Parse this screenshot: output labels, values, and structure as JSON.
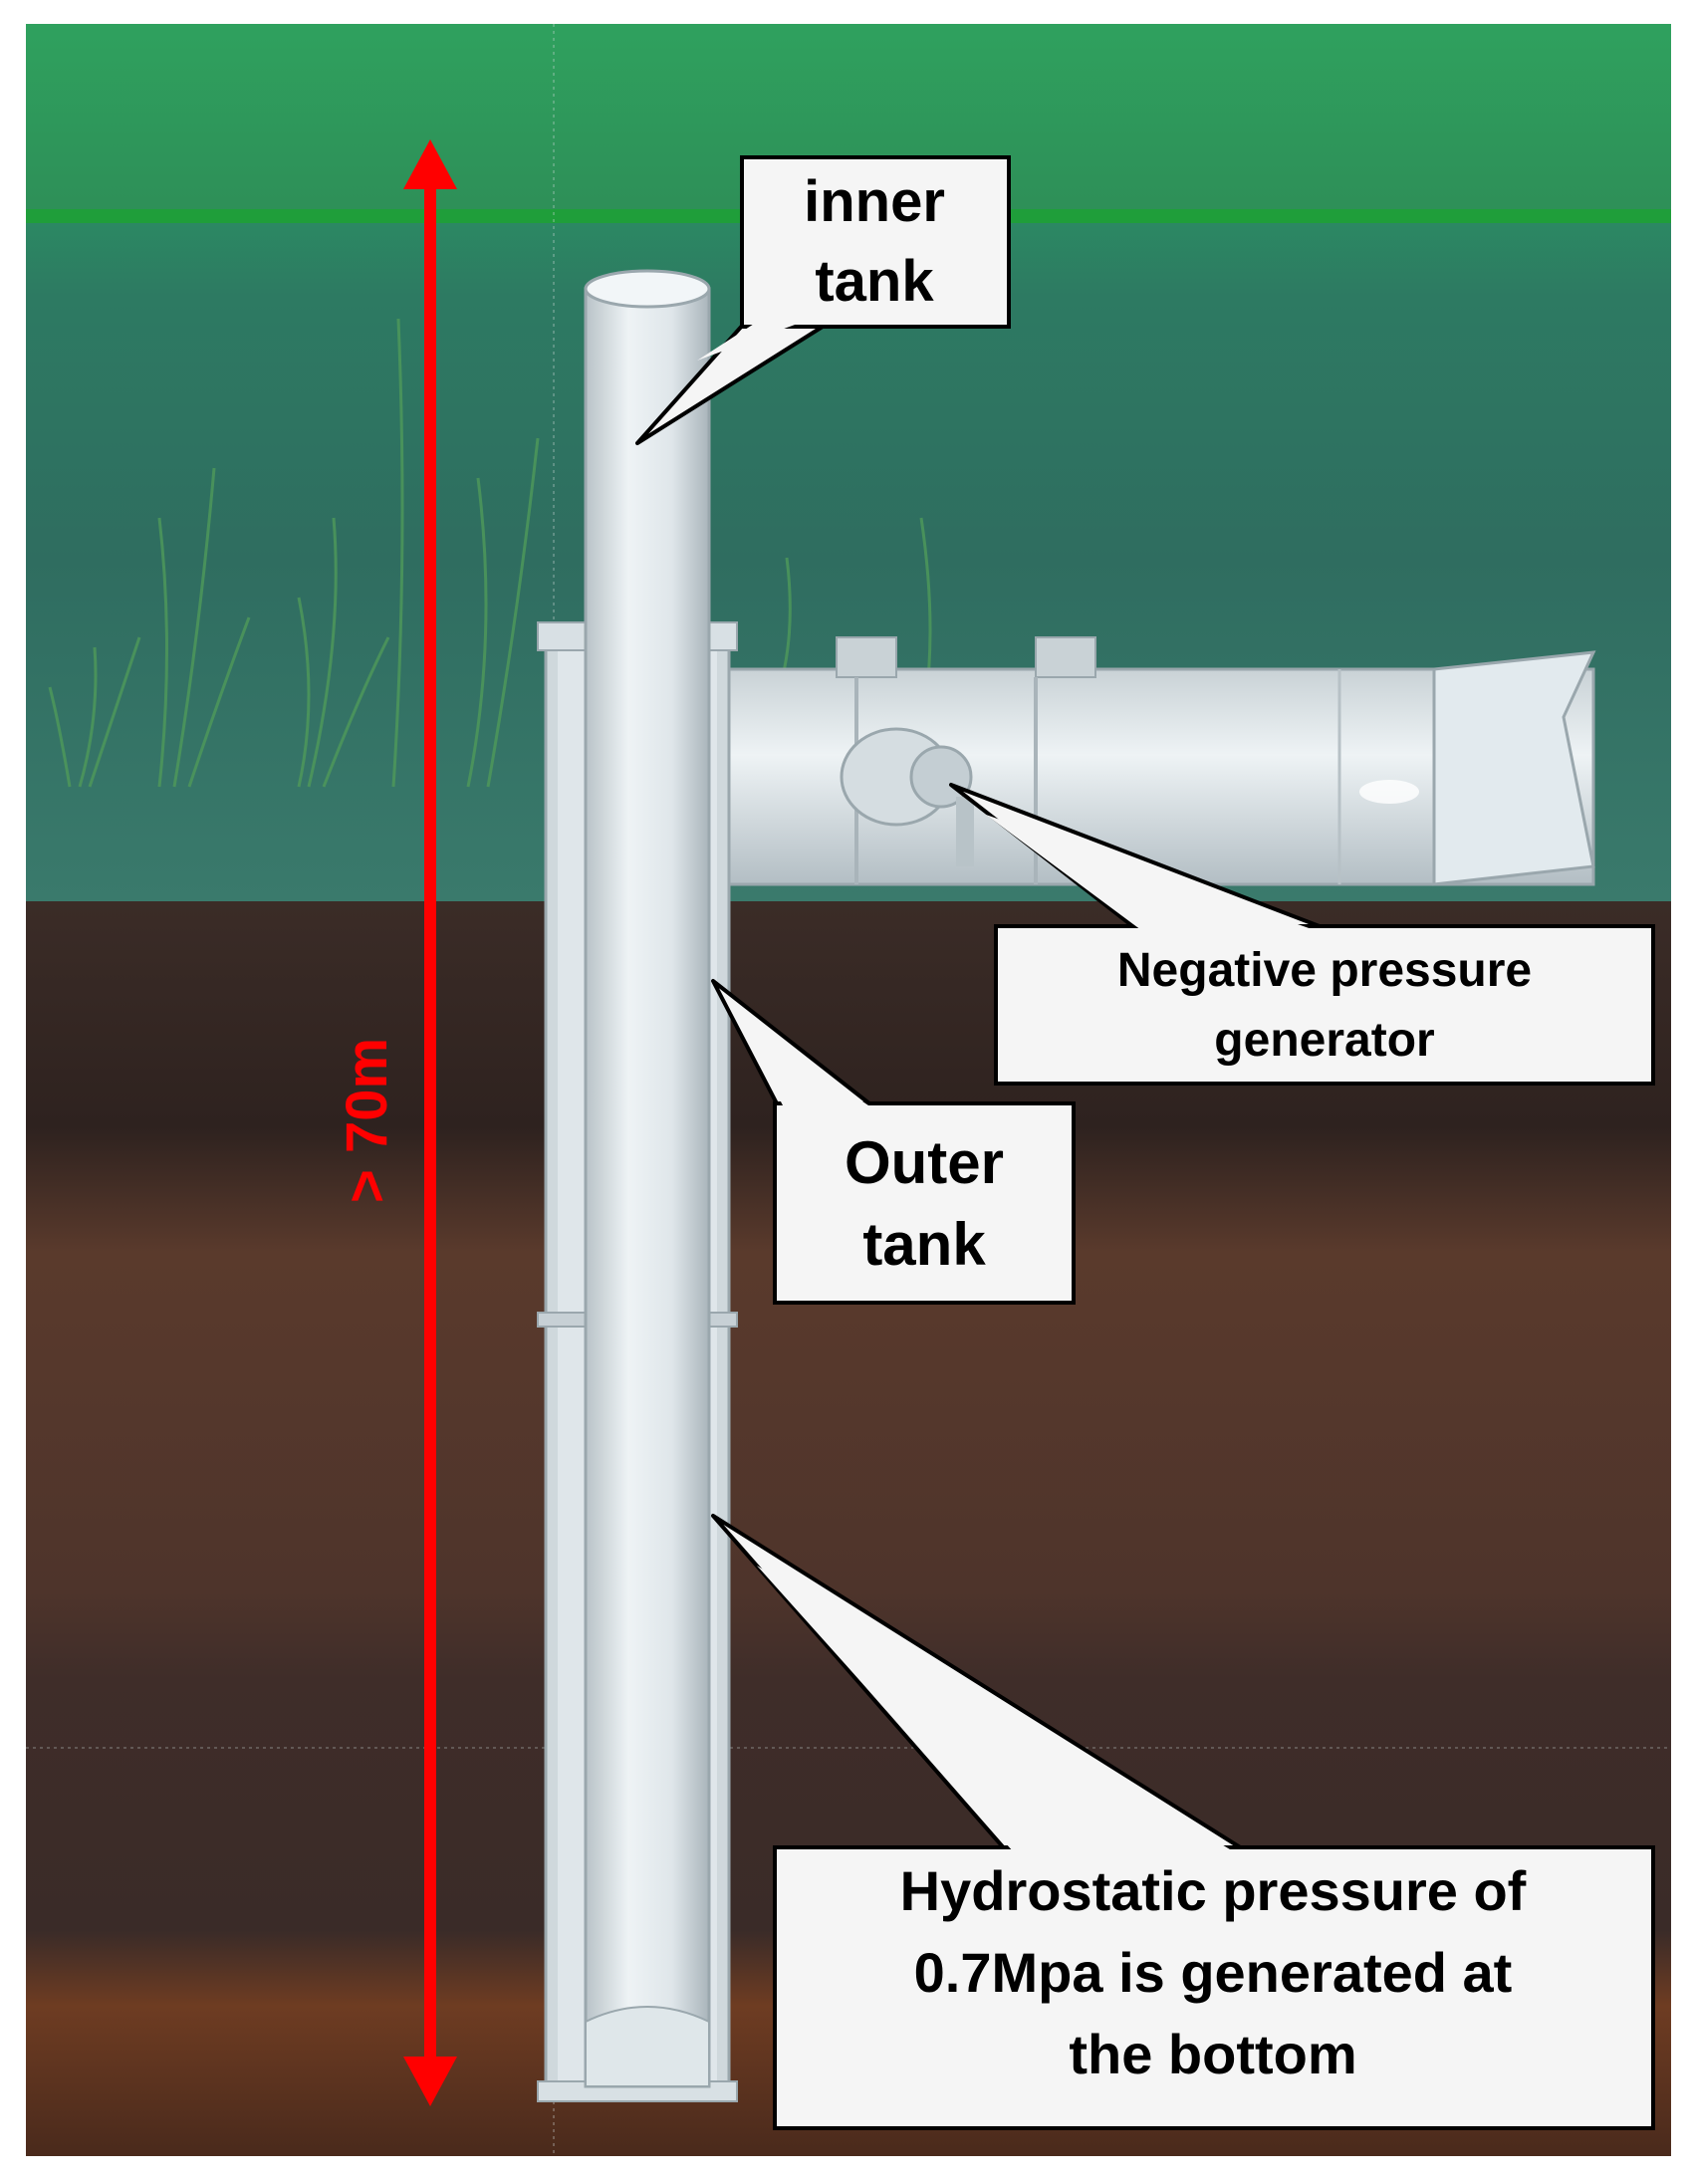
{
  "labels": {
    "inner_tank": [
      "inner",
      "tank"
    ],
    "negative_pressure_generator": [
      "Negative pressure",
      "generator"
    ],
    "outer_tank": [
      "Outer",
      "tank"
    ],
    "hydrostatic_pressure": [
      "Hydrostatic pressure of",
      "0.7Mpa is generated at",
      "the bottom"
    ]
  },
  "depth_label": "> 70m",
  "colors": {
    "depth_arrow": "#ff0000",
    "water_surface": "#1f9e3a",
    "water": "#2f6f60",
    "tank": "#dde6ea"
  }
}
